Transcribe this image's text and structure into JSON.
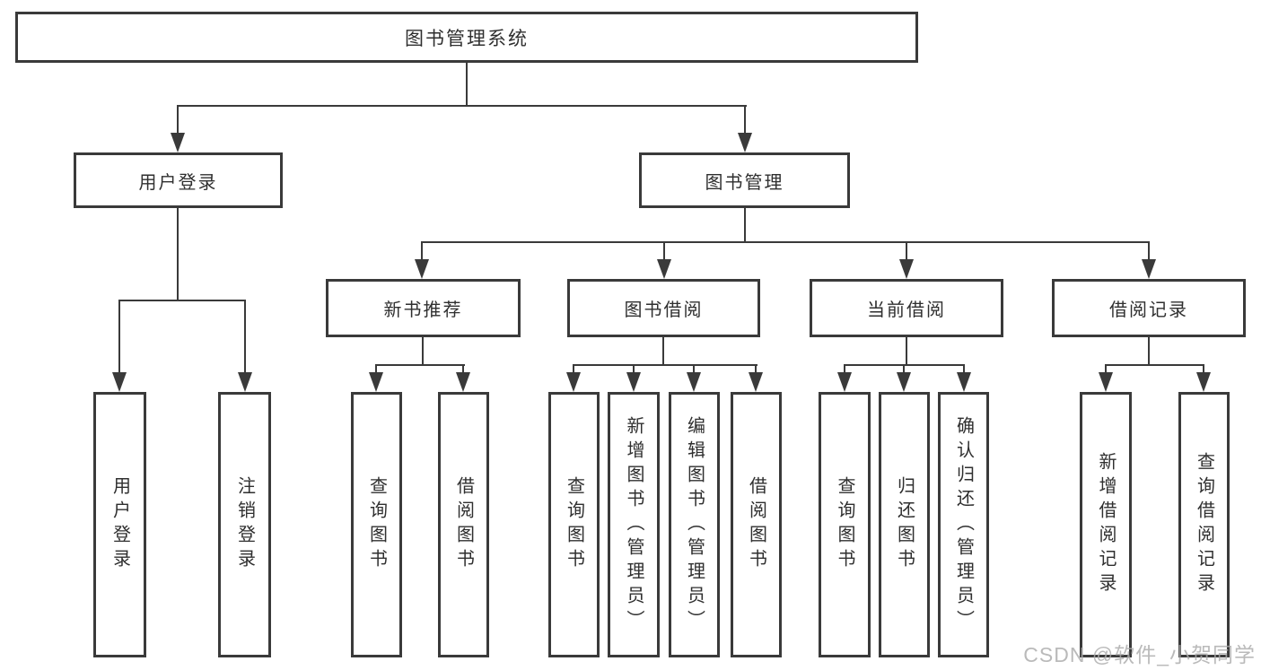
{
  "tree": {
    "root": "图书管理系统",
    "branches": [
      {
        "label": "用户登录",
        "children": [
          "用户登录",
          "注销登录"
        ]
      },
      {
        "label": "图书管理",
        "sub": [
          {
            "label": "新书推荐",
            "children": [
              "查询图书",
              "借阅图书"
            ]
          },
          {
            "label": "图书借阅",
            "children": [
              "查询图书",
              "新增图书（管理员）",
              "编辑图书（管理员）",
              "借阅图书"
            ]
          },
          {
            "label": "当前借阅",
            "children": [
              "查询图书",
              "归还图书",
              "确认归还（管理员）"
            ]
          },
          {
            "label": "借阅记录",
            "children": [
              "新增借阅记录",
              "查询借阅记录"
            ]
          }
        ]
      }
    ]
  },
  "watermark": {
    "text": "CSDN @软件_小贺同学",
    "color": "#ababab"
  },
  "colors": {
    "line": "#3a3a3a",
    "box_border": "#3a3a3a",
    "text": "#2f2f2f",
    "background": "#ffffff"
  }
}
